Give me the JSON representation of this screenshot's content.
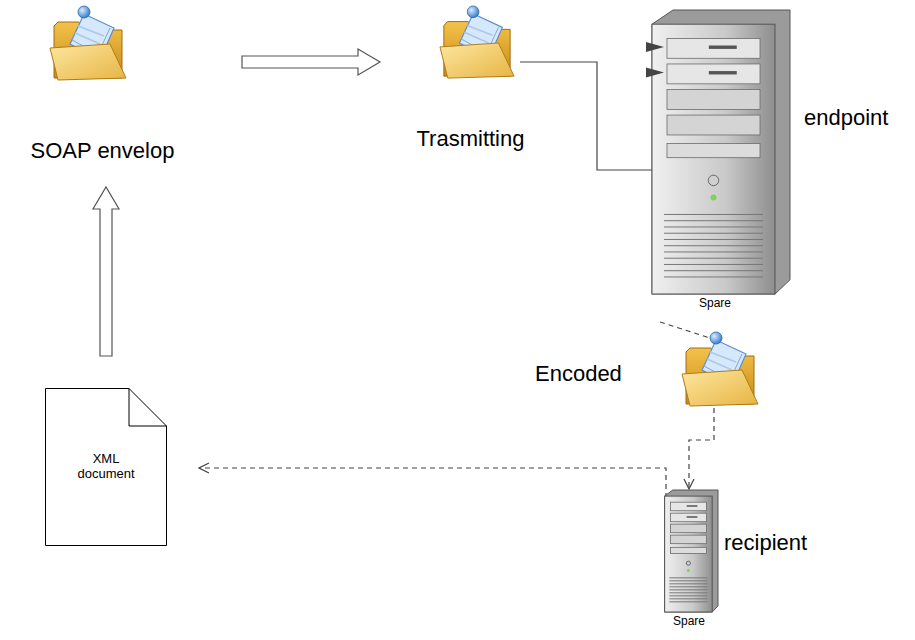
{
  "diagram": {
    "nodes": [
      {
        "text": [
          "SOAP envelop"
        ]
      },
      {
        "text": [
          "Trasmitting"
        ]
      },
      {
        "text": [
          "endpoint",
          "Spare"
        ]
      },
      {
        "text": [
          "Encoded"
        ]
      },
      {
        "text": [
          "recipient",
          "Spare"
        ]
      },
      {
        "text": [
          "XML document"
        ]
      }
    ],
    "edges": [
      {
        "from": 5,
        "to": 0,
        "arrow": "to"
      },
      {
        "from": 0,
        "to": 1,
        "arrow": "to"
      },
      {
        "from": 1,
        "to": 2,
        "arrow": "none"
      },
      {
        "from": 2,
        "to": 3,
        "arrow": "none"
      },
      {
        "from": 3,
        "to": 4,
        "arrow": "to"
      },
      {
        "from": 4,
        "to": 5,
        "arrow": "to"
      }
    ]
  }
}
